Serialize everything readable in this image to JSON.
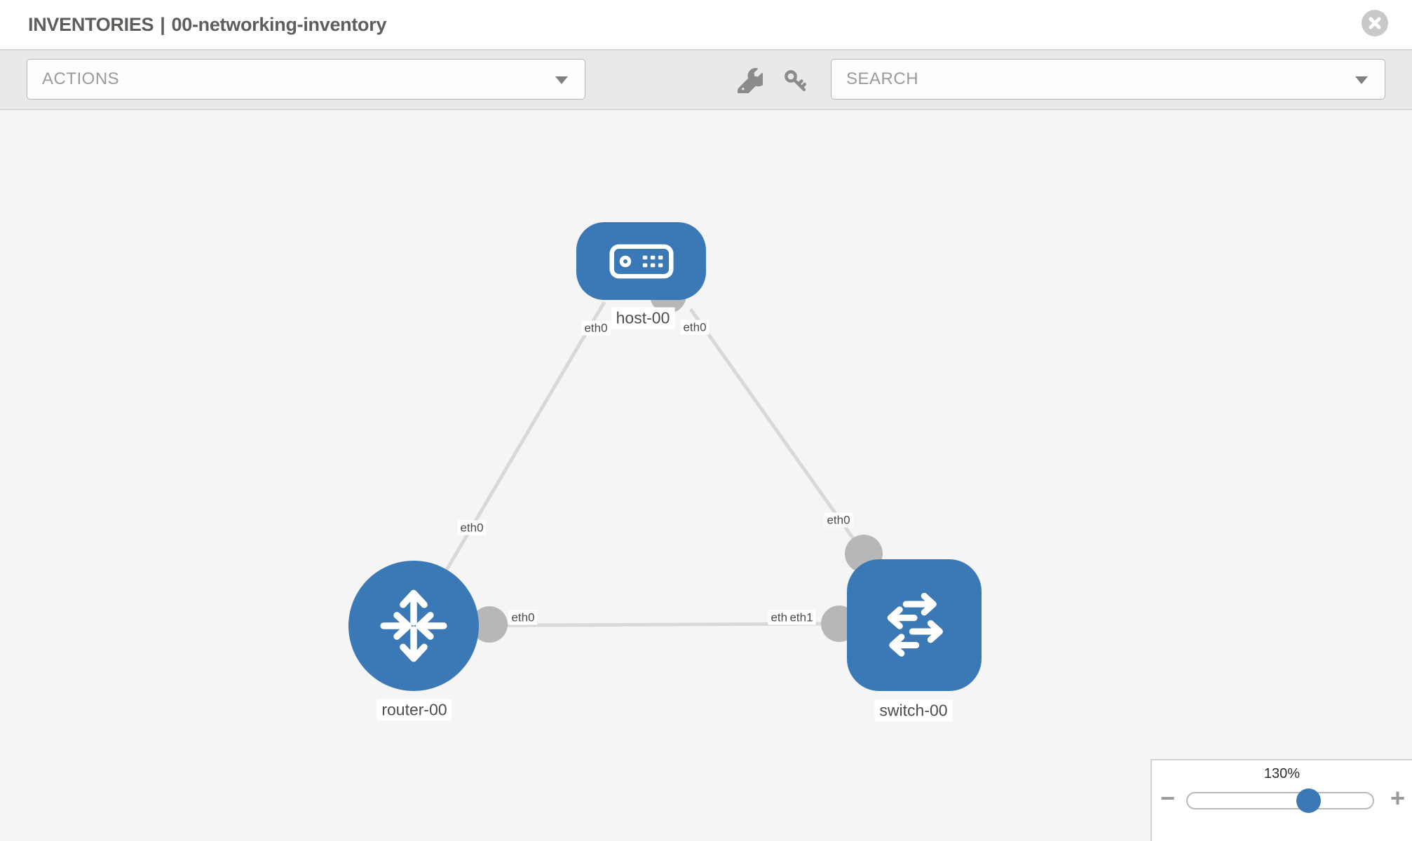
{
  "header": {
    "title_prefix": "INVENTORIES",
    "title_separator": "|",
    "inventory_name": "00-networking-inventory"
  },
  "toolbar": {
    "actions_dropdown": {
      "label": "ACTIONS"
    },
    "search_dropdown": {
      "label": "SEARCH"
    },
    "icons": [
      "wrench-icon",
      "key-icon"
    ]
  },
  "topology": {
    "nodes": [
      {
        "id": "host-00",
        "type": "host",
        "label": "host-00"
      },
      {
        "id": "router-00",
        "type": "router",
        "label": "router-00"
      },
      {
        "id": "switch-00",
        "type": "switch",
        "label": "switch-00"
      }
    ],
    "links": [
      {
        "from": "host-00",
        "to": "router-00"
      },
      {
        "from": "host-00",
        "to": "switch-00"
      },
      {
        "from": "router-00",
        "to": "switch-00"
      }
    ],
    "interface_labels": [
      {
        "id": "host-left",
        "text": "eth0"
      },
      {
        "id": "host-right",
        "text": "eth0"
      },
      {
        "id": "router-uplink",
        "text": "eth0"
      },
      {
        "id": "switch-uplink",
        "text": "eth0"
      },
      {
        "id": "router-lan",
        "text": "eth0"
      },
      {
        "id": "switch-lan-under",
        "text": "eth0"
      },
      {
        "id": "switch-lan",
        "text": "eth1"
      }
    ]
  },
  "zoom_control": {
    "level": "130%",
    "minus_label": "−",
    "plus_label": "+"
  },
  "colors": {
    "node_blue": "#3a79b5",
    "link_gray": "#d8d8d8",
    "interface_gray": "#b7b7b7",
    "canvas_bg": "#f5f5f5",
    "toolbar_bg": "#e9e9e9"
  }
}
